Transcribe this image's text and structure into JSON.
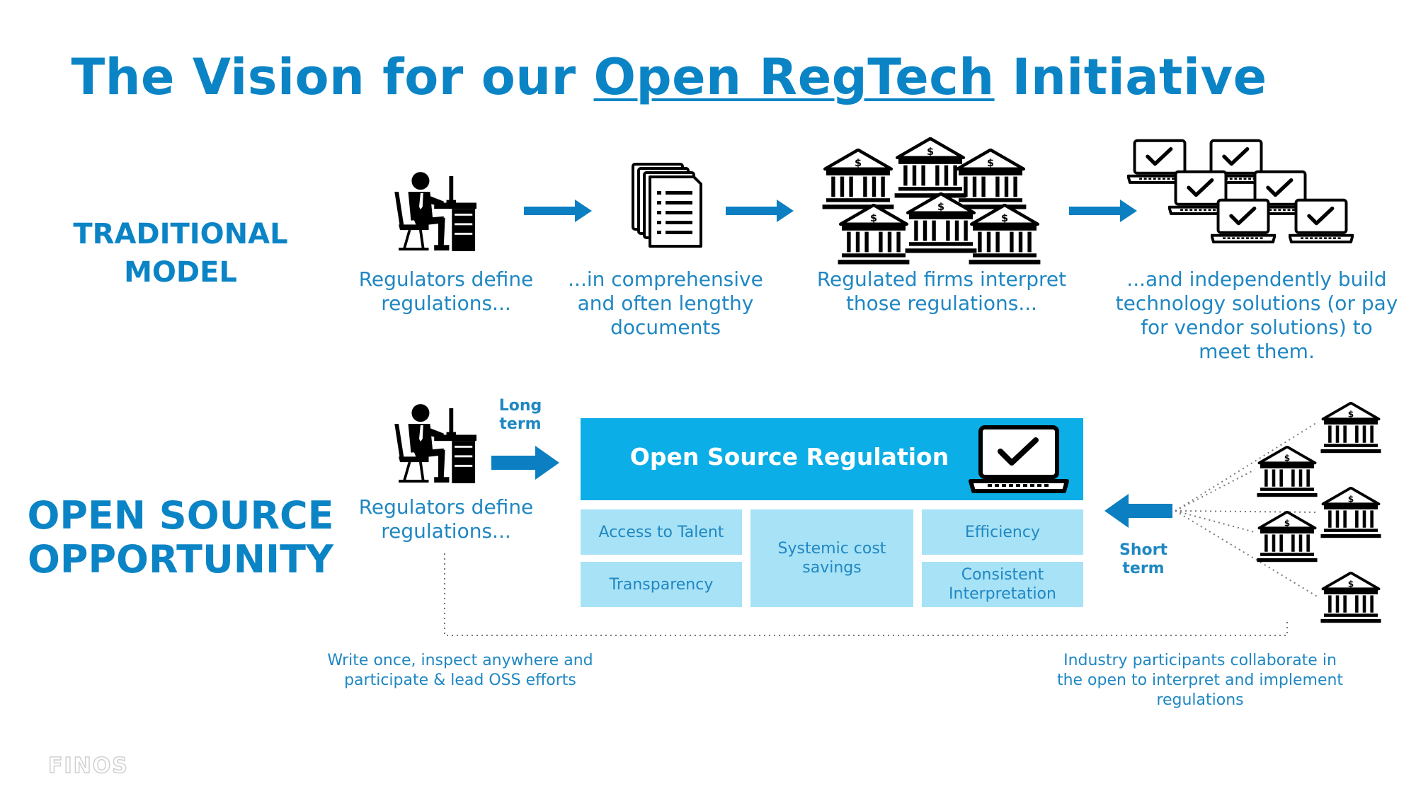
{
  "title": {
    "before": "The Vision for our ",
    "link": "Open RegTech",
    "after": " Initiative"
  },
  "traditional": {
    "heading_line1": "TRADITIONAL",
    "heading_line2": "MODEL",
    "steps": [
      {
        "text": "Regulators define regulations..."
      },
      {
        "text": "...in comprehensive and often lengthy documents"
      },
      {
        "text": "Regulated firms interpret those regulations..."
      },
      {
        "text": "...and independently build technology solutions (or pay for vendor solutions) to meet them."
      }
    ]
  },
  "opensource": {
    "heading_line1": "OPEN SOURCE",
    "heading_line2": "OPPORTUNITY",
    "regulator_caption": "Regulators define regulations...",
    "long_term": "Long term",
    "short_term": "Short term",
    "box_title": "Open Source Regulation",
    "cells": {
      "access": "Access to Talent",
      "transparency": "Transparency",
      "systemic": "Systemic cost savings",
      "efficiency": "Efficiency",
      "consistent": "Consistent Interpretation"
    },
    "note_left": "Write once, inspect anywhere and participate & lead OSS efforts",
    "note_right": "Industry participants collaborate in the open  to interpret and implement regulations"
  },
  "footer": {
    "logo": "FINOS"
  },
  "colors": {
    "accent": "#0b84c6",
    "box": "#0baee6",
    "cell": "#a8e2f6",
    "arrow": "#0b7fc1"
  },
  "icons": [
    "person-at-desk-icon",
    "documents-icon",
    "bank-icon",
    "laptop-check-icon",
    "arrow-right-icon",
    "arrow-left-icon"
  ]
}
